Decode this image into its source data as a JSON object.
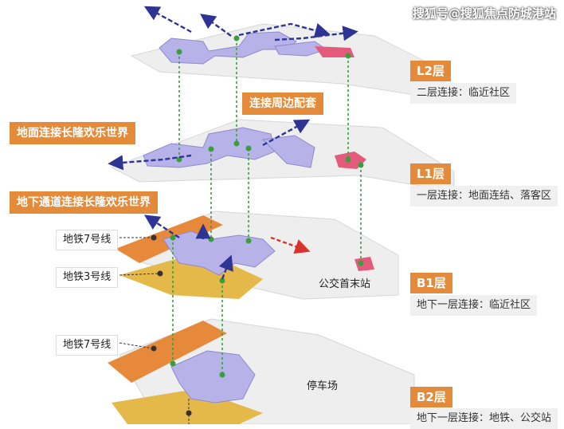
{
  "watermark": "搜狐号@搜狐焦点防城港站",
  "callouts": {
    "periphery": "连接周边配套",
    "ground_link": "地面连接长隆欢乐世界",
    "underground_link": "地下通道连接长隆欢乐世界"
  },
  "levels": [
    {
      "tag": "L2层",
      "desc": "二层连接：临近社区"
    },
    {
      "tag": "L1层",
      "desc": "一层连接：地面连结、落客区"
    },
    {
      "tag": "B1层",
      "desc": "地下一层连接：临近社区"
    },
    {
      "tag": "B2层",
      "desc": "地下一层连接：地铁、公交站"
    }
  ],
  "labels": {
    "metro7_b1": "地铁7号线",
    "metro3_b1": "地铁3号线",
    "metro7_b2": "地铁7号线",
    "bus_terminal": "公交首末站",
    "parking": "停车场"
  },
  "colors": {
    "accent": "#E38B3A",
    "metro7": "#E7893A",
    "metro3": "#E5B84A",
    "walkway": "#B7B3E8",
    "arrow": "#2E3494",
    "connector": "#3A9E3F",
    "bus": "#E35A7A",
    "floor": "#EEEEEE"
  }
}
